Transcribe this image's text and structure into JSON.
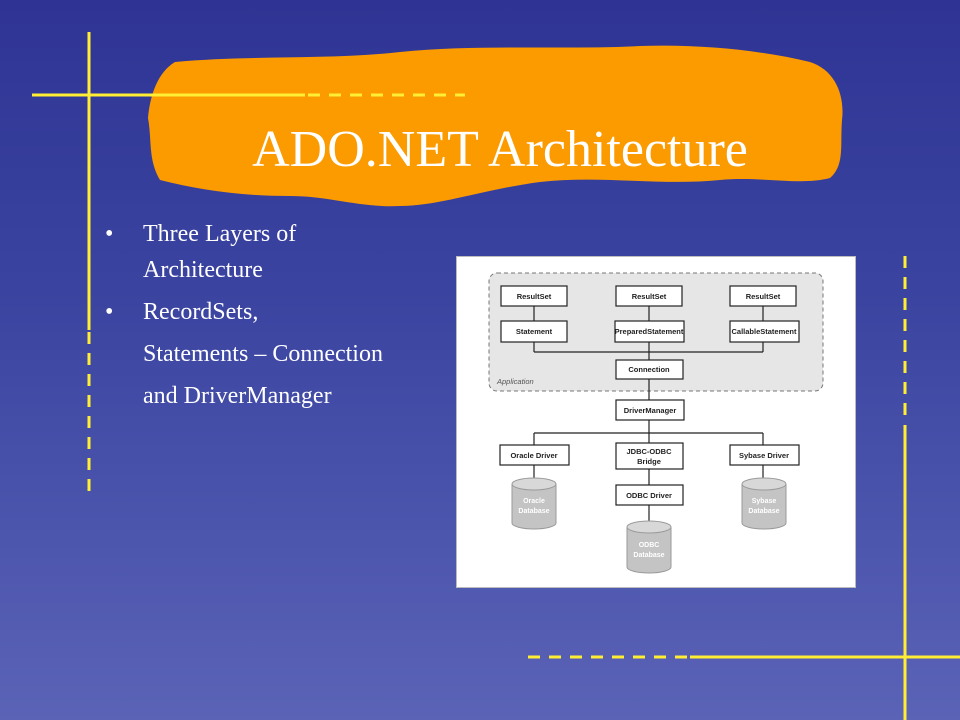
{
  "slide": {
    "title": "ADO.NET Architecture",
    "bullets": [
      {
        "symbol": "•",
        "lines": [
          "Three Layers of",
          "Architecture"
        ]
      },
      {
        "symbol": "•",
        "lines": [
          "RecordSets,",
          "Statements – Connection",
          "and DriverManager"
        ]
      }
    ],
    "colors": {
      "background_top": "#2f3494",
      "background_bottom": "#5a63b6",
      "accent_orange": "#fb9b00",
      "accent_yellow": "#ffee33"
    }
  },
  "diagram": {
    "group_label": "Application",
    "result_sets": [
      "ResultSet",
      "ResultSet",
      "ResultSet"
    ],
    "statements": [
      "Statement",
      "PreparedStatement",
      "CallableStatement"
    ],
    "connection": "Connection",
    "driver_manager": "DriverManager",
    "drivers": [
      "Oracle Driver",
      "JDBC-ODBC",
      "Bridge",
      "Sybase Driver"
    ],
    "odbc_driver": "ODBC Driver",
    "databases": [
      {
        "line1": "Oracle",
        "line2": "Database"
      },
      {
        "line1": "ODBC",
        "line2": "Database"
      },
      {
        "line1": "Sybase",
        "line2": "Database"
      }
    ]
  }
}
